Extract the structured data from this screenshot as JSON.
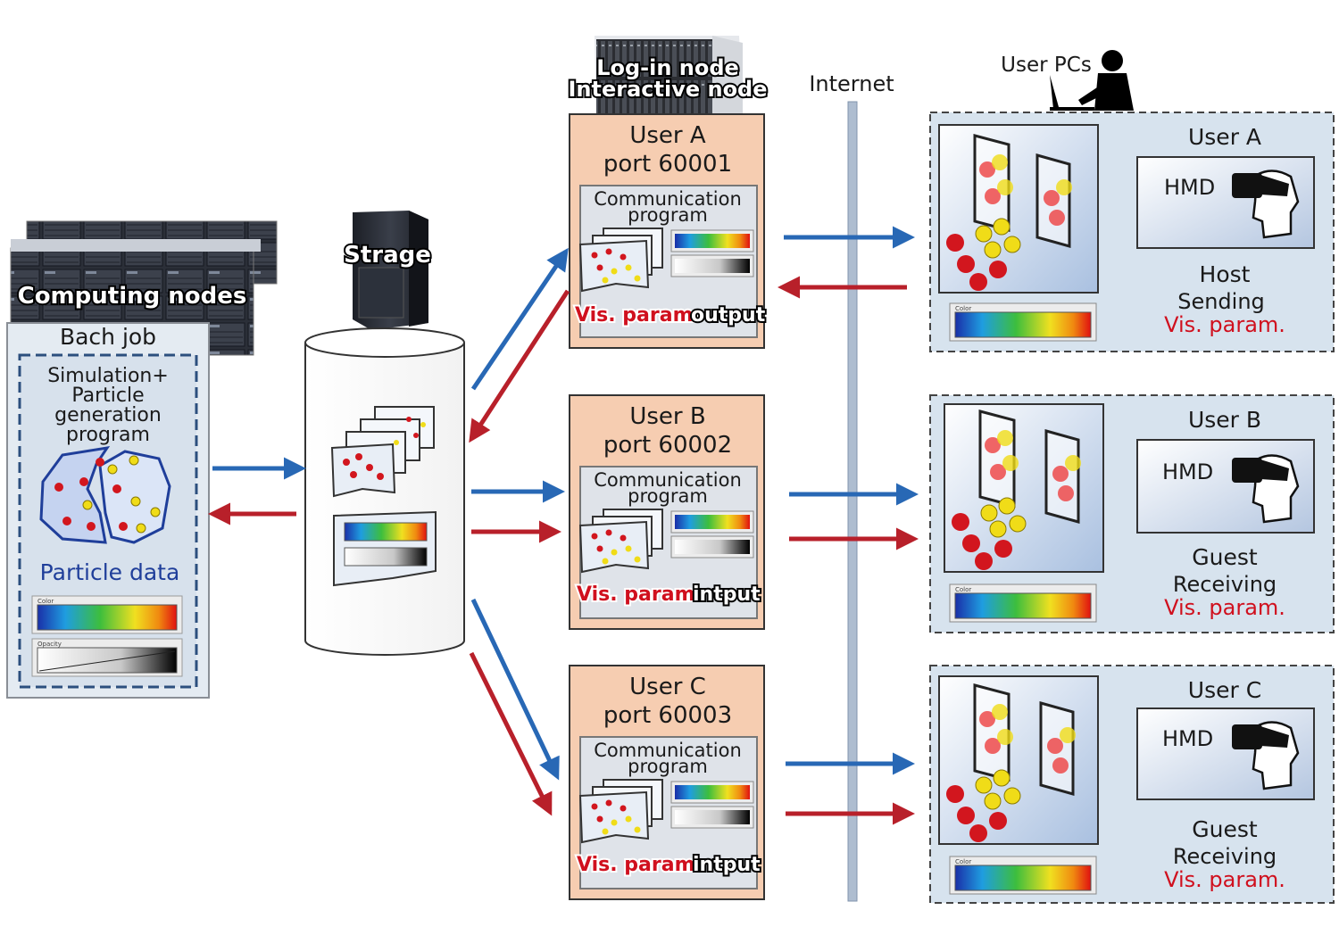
{
  "colors": {
    "blue_arrow": "#2868b5",
    "red_arrow": "#b8202a",
    "user_box": "#f6cdb1",
    "panel_bg": "#d7e3ee",
    "accent_red": "#d0101e",
    "accent_blue": "#1f3e9a"
  },
  "computing": {
    "title": "Computing nodes",
    "job_title": "Bach job",
    "program_line1": "Simulation+",
    "program_line2": "Particle",
    "program_line3": "generation",
    "program_line4": "program",
    "particle_data": "Particle data",
    "color_label": "Color",
    "opacity_label": "Opacity"
  },
  "storage": {
    "title": "Strage"
  },
  "server": {
    "line1": "Log-in node",
    "line2": "Interactive node"
  },
  "internet": {
    "label": "Internet"
  },
  "user_pcs": {
    "label": "User PCs"
  },
  "nodes": [
    {
      "user": "User A",
      "port": "port 60001",
      "comm1": "Communication",
      "comm2": "program",
      "vis": "Vis. param.",
      "io": "output"
    },
    {
      "user": "User B",
      "port": "port 60002",
      "comm1": "Communication",
      "comm2": "program",
      "vis": "Vis. param.",
      "io": "intput"
    },
    {
      "user": "User C",
      "port": "port 60003",
      "comm1": "Communication",
      "comm2": "program",
      "vis": "Vis. param.",
      "io": "intput"
    }
  ],
  "pcs": [
    {
      "user": "User A",
      "hmd": "HMD",
      "role": "Host",
      "action": "Sending",
      "vis": "Vis. param.",
      "color_label": "Color"
    },
    {
      "user": "User B",
      "hmd": "HMD",
      "role": "Guest",
      "action": "Receiving",
      "vis": "Vis. param.",
      "color_label": "Color"
    },
    {
      "user": "User C",
      "hmd": "HMD",
      "role": "Guest",
      "action": "Receiving",
      "vis": "Vis. param.",
      "color_label": "Color"
    }
  ]
}
